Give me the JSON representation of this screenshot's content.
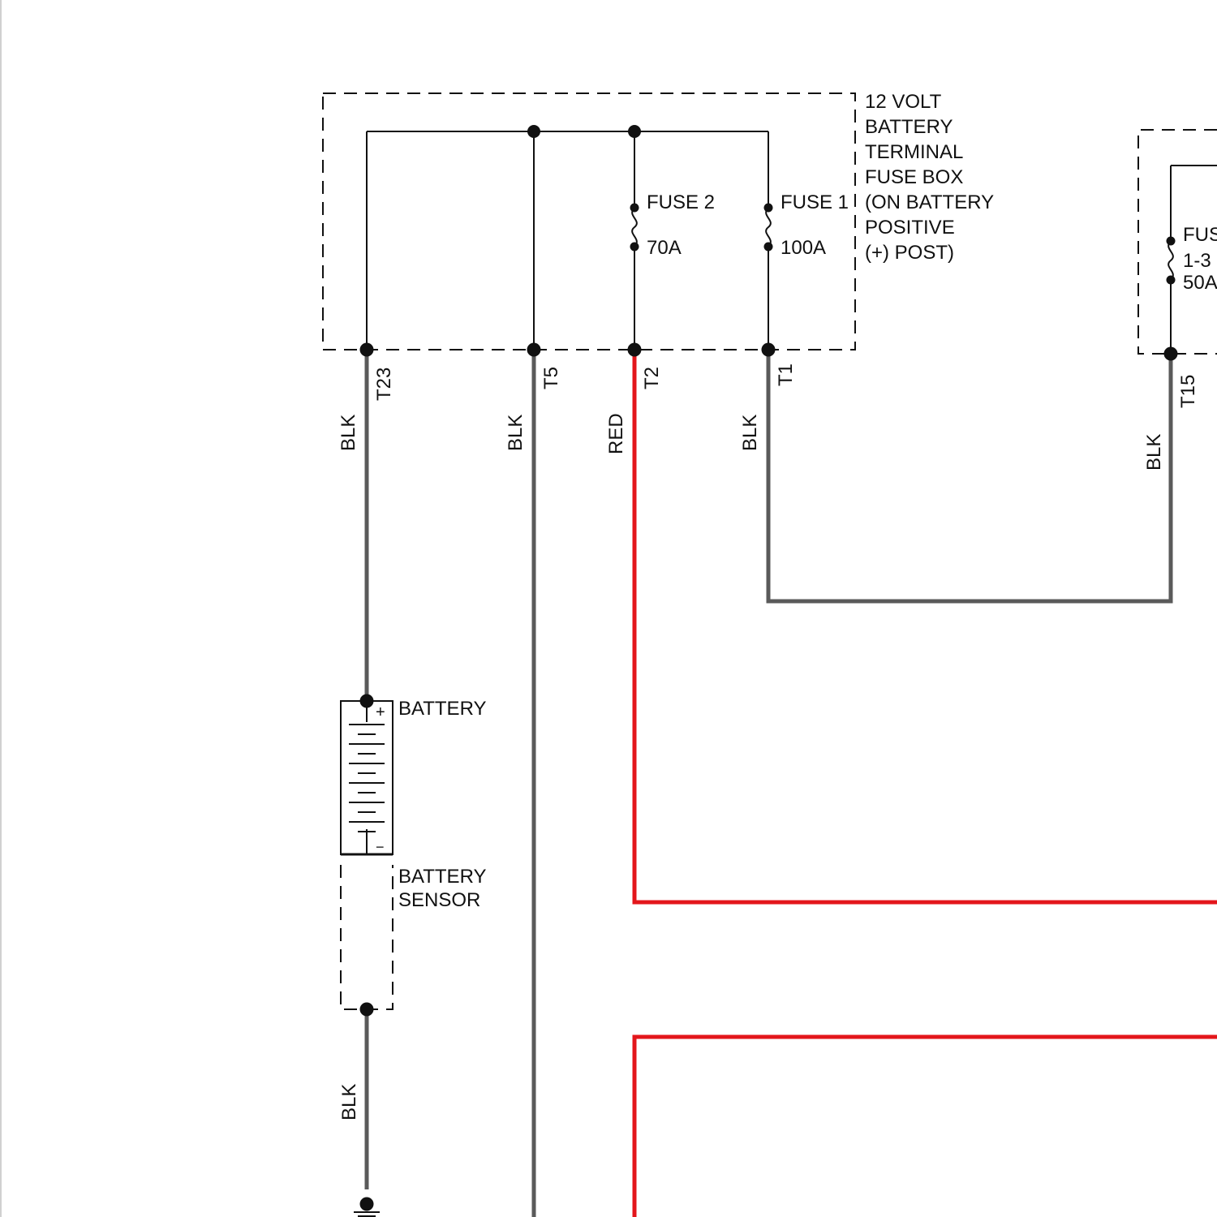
{
  "fuse_box": {
    "title_lines": [
      "12 VOLT",
      "BATTERY",
      "TERMINAL",
      "FUSE BOX",
      "(ON BATTERY",
      "POSITIVE",
      "(+) POST)"
    ],
    "fuse2": {
      "name": "FUSE 2",
      "rating": "70A"
    },
    "fuse1": {
      "name": "FUSE 1",
      "rating": "100A"
    }
  },
  "terminals": {
    "t23": "T23",
    "t5": "T5",
    "t2": "T2",
    "t1": "T1",
    "t15": "T15"
  },
  "wires": {
    "t23_color": "BLK",
    "t5_color": "BLK",
    "t2_color": "RED",
    "t1_color": "BLK",
    "t15_color": "BLK",
    "ground_color": "BLK"
  },
  "right_fuse": {
    "name_partial": "FUS",
    "range": "1-3",
    "rating_partial": "50A"
  },
  "battery": {
    "label": "BATTERY",
    "plus": "+",
    "minus": "−"
  },
  "battery_sensor": {
    "label_lines": [
      "BATTERY",
      "SENSOR"
    ]
  },
  "colors": {
    "wire_black": "#5a5a5a",
    "wire_red": "#e3161b",
    "line": "#111111",
    "background": "#ffffff"
  }
}
